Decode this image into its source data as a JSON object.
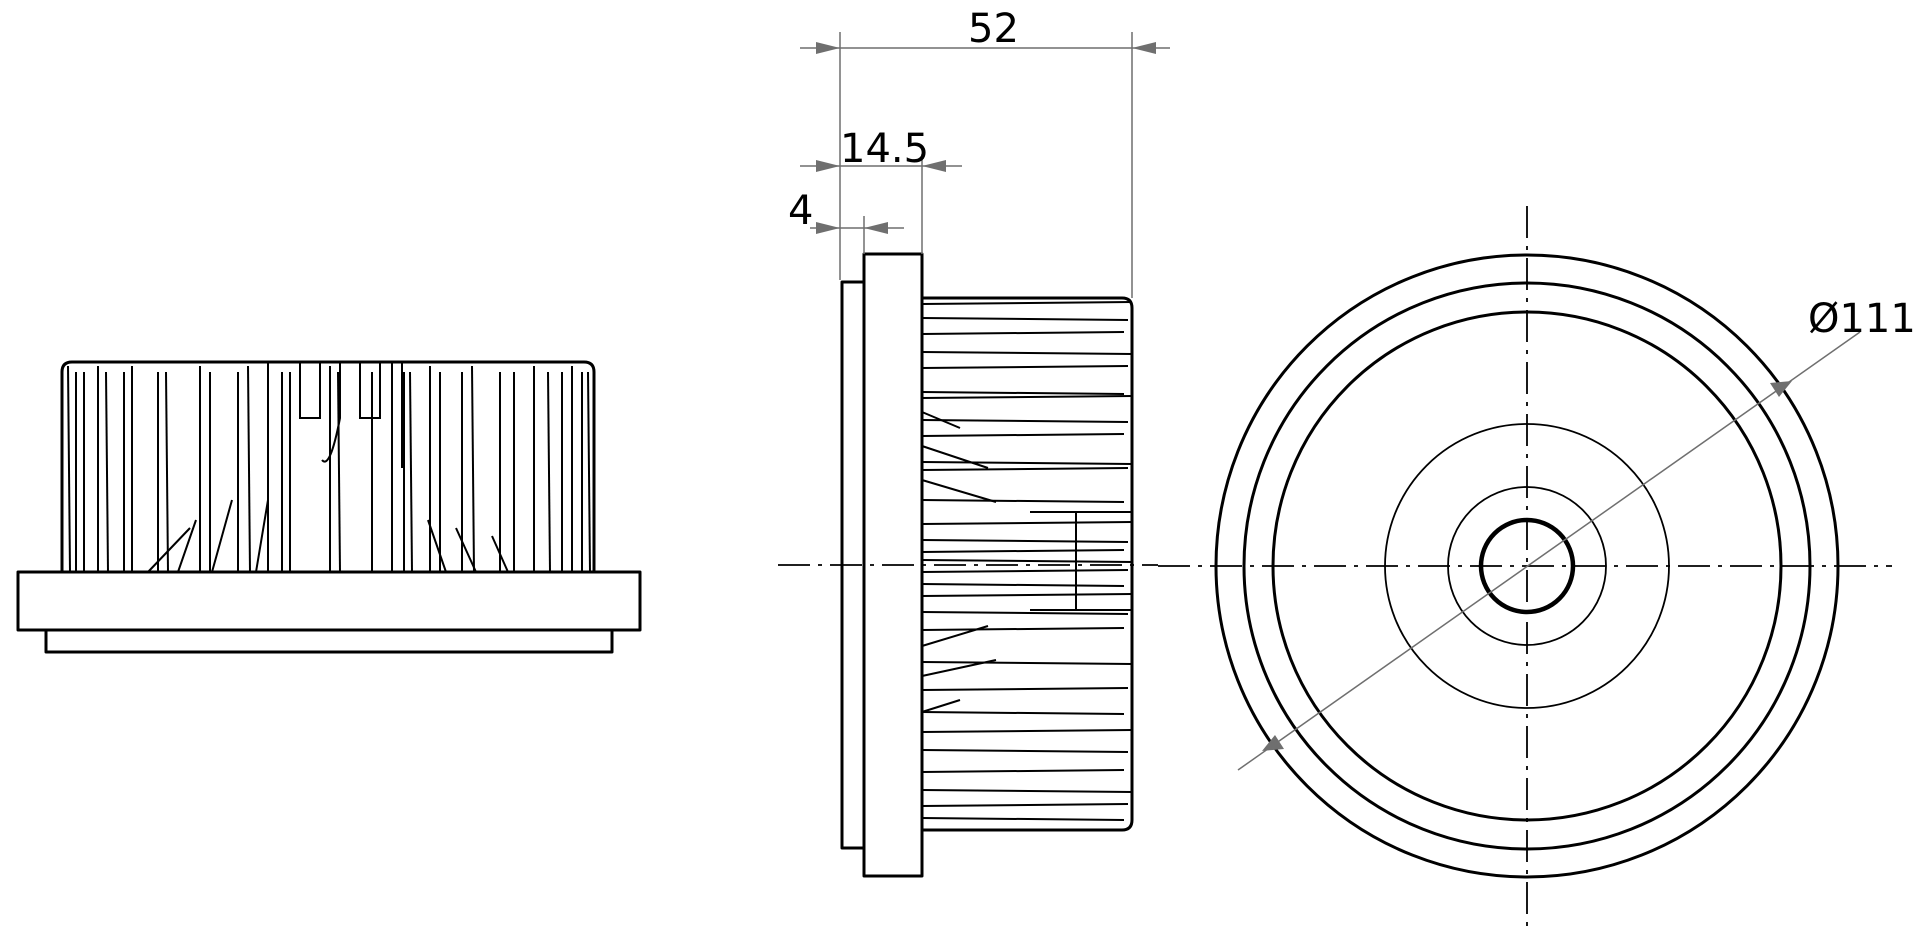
{
  "drawing": {
    "views": [
      "side-view",
      "section-view",
      "front-view"
    ]
  },
  "dimensions": {
    "overall_length": "52",
    "flange_depth": "14.5",
    "rim_thickness": "4",
    "diameter": "Ø111"
  },
  "colors": {
    "line": "#000000",
    "dimension_line": "#6f6f6f",
    "background": "#ffffff"
  }
}
